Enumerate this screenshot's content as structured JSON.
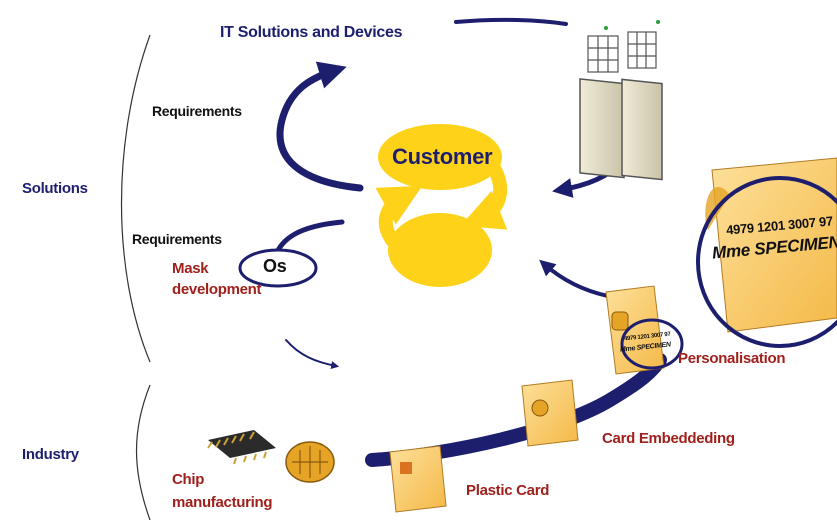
{
  "labels": {
    "it_solutions": "IT Solutions and Devices",
    "requirements_top": "Requirements",
    "solutions": "Solutions",
    "customer": "Customer",
    "requirements_bottom": "Requirements",
    "os": "Os",
    "mask_development_1": "Mask",
    "mask_development_2": "development",
    "personalisation": "Personalisation",
    "card_embedding": "Card Embeddeding",
    "industry": "Industry",
    "plastic_card": "Plastic Card",
    "chip_manufacturing_1": "Chip",
    "chip_manufacturing_2": "manufacturing",
    "card_number_large": "4979 1201 3007 97",
    "card_name_large": "Mme SPECIMEN",
    "card_number_small": "4979 1201 3007 97",
    "card_name_small": "Mme SPECIMEN"
  },
  "colors": {
    "navy": "#1d1f6e",
    "yellow": "#ffd21a",
    "card": "#f8c96a",
    "dark_red": "#a0201c"
  }
}
